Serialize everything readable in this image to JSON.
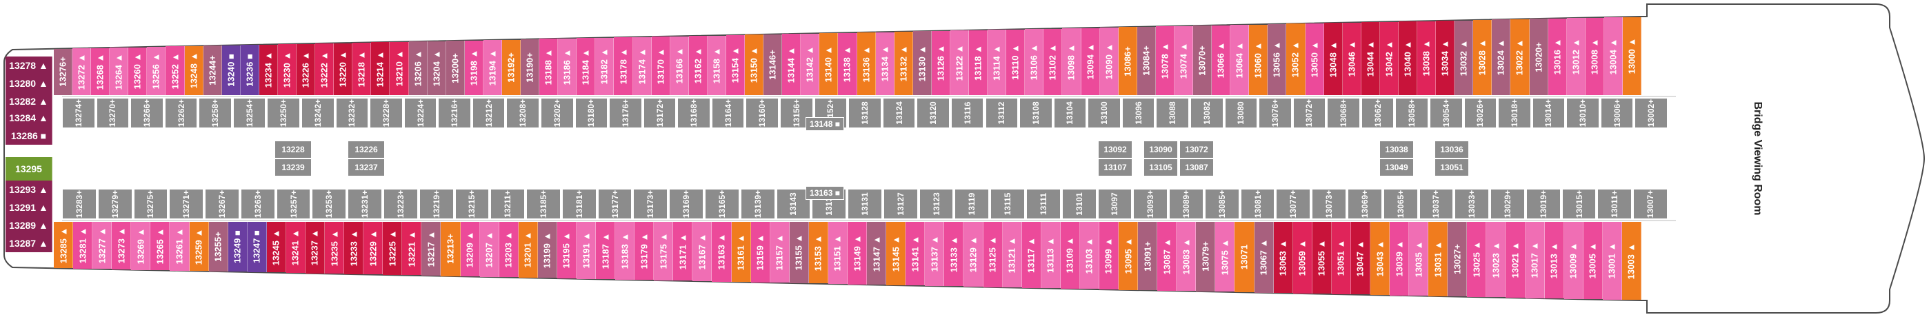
{
  "colors": {
    "deep_red": "#c8133a",
    "red": "#e0245a",
    "hot_pink": "#ec4a9a",
    "pink": "#f06eb4",
    "light_pink": "#f29ac6",
    "mauve": "#a8607e",
    "plum": "#8a2152",
    "orange": "#f07c1e",
    "purple": "#6a3ea1",
    "green": "#6f9a2e",
    "gray": "#8c8c8c",
    "hull_line": "#4a4a4a"
  },
  "bridge_label": "Bridge Viewing Room",
  "aft_cabins": [
    {
      "label": "13278 ▲",
      "color": "plum"
    },
    {
      "label": "13280 ▲",
      "color": "plum"
    },
    {
      "label": "13282 ▲",
      "color": "plum"
    },
    {
      "label": "13284 ▲",
      "color": "plum"
    },
    {
      "label": "13286 ■",
      "color": "plum"
    },
    {
      "label": "13295",
      "color": "green"
    },
    {
      "label": "13293 ▲",
      "color": "plum"
    },
    {
      "label": "13291 ▲",
      "color": "plum"
    },
    {
      "label": "13289 ▲",
      "color": "plum"
    },
    {
      "label": "13287 ▲",
      "color": "plum"
    }
  ],
  "top_cabins": [
    {
      "label": "13276+",
      "color": "mauve"
    },
    {
      "label": "13272 ▲",
      "color": "pink"
    },
    {
      "label": "13268 ▲",
      "color": "hot_pink"
    },
    {
      "label": "13264 ▲",
      "color": "pink"
    },
    {
      "label": "13260 ▲",
      "color": "hot_pink"
    },
    {
      "label": "13256 ▲",
      "color": "pink"
    },
    {
      "label": "13252 ▲",
      "color": "hot_pink"
    },
    {
      "label": "13248 ▲",
      "color": "orange"
    },
    {
      "label": "13244+",
      "color": "mauve"
    },
    {
      "label": "13240 ■",
      "color": "purple"
    },
    {
      "label": "13236 ■",
      "color": "purple"
    },
    {
      "label": "13234 ▲",
      "color": "deep_red"
    },
    {
      "label": "13230 ▲",
      "color": "red"
    },
    {
      "label": "13226 ▲",
      "color": "deep_red"
    },
    {
      "label": "13222 ▲",
      "color": "red"
    },
    {
      "label": "13220 ▲",
      "color": "deep_red"
    },
    {
      "label": "13218 ▲",
      "color": "red"
    },
    {
      "label": "13214 ▲",
      "color": "deep_red"
    },
    {
      "label": "13210 ▲",
      "color": "red"
    },
    {
      "label": "13206 ▲",
      "color": "mauve"
    },
    {
      "label": "13204 ▲",
      "color": "mauve"
    },
    {
      "label": "13200+",
      "color": "mauve"
    },
    {
      "label": "13198 ▲",
      "color": "hot_pink"
    },
    {
      "label": "13194 ▲",
      "color": "pink"
    },
    {
      "label": "13192+",
      "color": "orange"
    },
    {
      "label": "13190+",
      "color": "mauve"
    },
    {
      "label": "13188 ▲",
      "color": "hot_pink"
    },
    {
      "label": "13186 ▲",
      "color": "pink"
    },
    {
      "label": "13184 ▲",
      "color": "hot_pink"
    },
    {
      "label": "13182 ▲",
      "color": "pink"
    },
    {
      "label": "13178 ▲",
      "color": "hot_pink"
    },
    {
      "label": "13174 ▲",
      "color": "pink"
    },
    {
      "label": "13170 ▲",
      "color": "hot_pink"
    },
    {
      "label": "13166 ▲",
      "color": "pink"
    },
    {
      "label": "13162 ▲",
      "color": "hot_pink"
    },
    {
      "label": "13158 ▲",
      "color": "pink"
    },
    {
      "label": "13154 ▲",
      "color": "hot_pink"
    },
    {
      "label": "13150 ▲",
      "color": "orange"
    },
    {
      "label": "13146+",
      "color": "mauve"
    },
    {
      "label": "13144 ▲",
      "color": "hot_pink"
    },
    {
      "label": "13142 ▲",
      "color": "pink"
    },
    {
      "label": "13140 ▲",
      "color": "orange"
    },
    {
      "label": "13138 ▲",
      "color": "hot_pink"
    },
    {
      "label": "13136 ▲",
      "color": "orange"
    },
    {
      "label": "13134 ▲",
      "color": "pink"
    },
    {
      "label": "13132 ▲",
      "color": "orange"
    },
    {
      "label": "13130 ▲",
      "color": "mauve"
    },
    {
      "label": "13126 ▲",
      "color": "hot_pink"
    },
    {
      "label": "13122 ▲",
      "color": "pink"
    },
    {
      "label": "13118 ▲",
      "color": "hot_pink"
    },
    {
      "label": "13114 ▲",
      "color": "pink"
    },
    {
      "label": "13110 ▲",
      "color": "hot_pink"
    },
    {
      "label": "13106 ▲",
      "color": "pink"
    },
    {
      "label": "13102 ▲",
      "color": "hot_pink"
    },
    {
      "label": "13098 ▲",
      "color": "pink"
    },
    {
      "label": "13094 ▲",
      "color": "hot_pink"
    },
    {
      "label": "13090 ▲",
      "color": "pink"
    },
    {
      "label": "13086+",
      "color": "orange"
    },
    {
      "label": "13084+",
      "color": "mauve"
    },
    {
      "label": "13078 ▲",
      "color": "hot_pink"
    },
    {
      "label": "13074 ▲",
      "color": "pink"
    },
    {
      "label": "13070+",
      "color": "mauve"
    },
    {
      "label": "13066 ▲",
      "color": "hot_pink"
    },
    {
      "label": "13064 ▲",
      "color": "pink"
    },
    {
      "label": "13060 ▲",
      "color": "orange"
    },
    {
      "label": "13056 ▲",
      "color": "mauve"
    },
    {
      "label": "13052 ▲",
      "color": "orange"
    },
    {
      "label": "13050 ▲",
      "color": "hot_pink"
    },
    {
      "label": "13048 ▲",
      "color": "deep_red"
    },
    {
      "label": "13046 ▲",
      "color": "red"
    },
    {
      "label": "13044 ▲",
      "color": "deep_red"
    },
    {
      "label": "13042 ▲",
      "color": "red"
    },
    {
      "label": "13040 ▲",
      "color": "deep_red"
    },
    {
      "label": "13038 ▲",
      "color": "red"
    },
    {
      "label": "13034 ▲",
      "color": "deep_red"
    },
    {
      "label": "13032 ▲",
      "color": "mauve"
    },
    {
      "label": "13028 ▲",
      "color": "orange"
    },
    {
      "label": "13024 ▲",
      "color": "mauve"
    },
    {
      "label": "13022 ▲",
      "color": "orange"
    },
    {
      "label": "13020+",
      "color": "mauve"
    },
    {
      "label": "13016 ▲",
      "color": "hot_pink"
    },
    {
      "label": "13012 ▲",
      "color": "pink"
    },
    {
      "label": "13008 ▲",
      "color": "hot_pink"
    },
    {
      "label": "13004 ▲",
      "color": "pink"
    },
    {
      "label": "13000 ▲",
      "color": "orange"
    }
  ],
  "bottom_cabins": [
    {
      "label": "13285 ▲",
      "color": "orange"
    },
    {
      "label": "13281 ▲",
      "color": "hot_pink"
    },
    {
      "label": "13277 ▲",
      "color": "pink"
    },
    {
      "label": "13273 ▲",
      "color": "hot_pink"
    },
    {
      "label": "13269 ▲",
      "color": "pink"
    },
    {
      "label": "13265 ▲",
      "color": "hot_pink"
    },
    {
      "label": "13261 ▲",
      "color": "pink"
    },
    {
      "label": "13259 ▲",
      "color": "orange"
    },
    {
      "label": "13255+",
      "color": "mauve"
    },
    {
      "label": "13249 ■",
      "color": "purple"
    },
    {
      "label": "13247 ■",
      "color": "purple"
    },
    {
      "label": "13245 ▲",
      "color": "deep_red"
    },
    {
      "label": "13241 ▲",
      "color": "red"
    },
    {
      "label": "13237 ▲",
      "color": "deep_red"
    },
    {
      "label": "13235 ▲",
      "color": "red"
    },
    {
      "label": "13233 ▲",
      "color": "deep_red"
    },
    {
      "label": "13229 ▲",
      "color": "red"
    },
    {
      "label": "13225 ▲",
      "color": "deep_red"
    },
    {
      "label": "13221 ▲",
      "color": "red"
    },
    {
      "label": "13217 ▲",
      "color": "mauve"
    },
    {
      "label": "13213+",
      "color": "orange"
    },
    {
      "label": "13209 ▲",
      "color": "hot_pink"
    },
    {
      "label": "13207 ▲",
      "color": "pink"
    },
    {
      "label": "13203 ▲",
      "color": "hot_pink"
    },
    {
      "label": "13201 ▲",
      "color": "orange"
    },
    {
      "label": "13199 ▲",
      "color": "mauve"
    },
    {
      "label": "13195 ▲",
      "color": "hot_pink"
    },
    {
      "label": "13191 ▲",
      "color": "pink"
    },
    {
      "label": "13187 ▲",
      "color": "hot_pink"
    },
    {
      "label": "13183 ▲",
      "color": "pink"
    },
    {
      "label": "13179 ▲",
      "color": "hot_pink"
    },
    {
      "label": "13175 ▲",
      "color": "pink"
    },
    {
      "label": "13171 ▲",
      "color": "hot_pink"
    },
    {
      "label": "13167 ▲",
      "color": "pink"
    },
    {
      "label": "13163 ▲",
      "color": "hot_pink"
    },
    {
      "label": "13161 ▲",
      "color": "orange"
    },
    {
      "label": "13159 ▲",
      "color": "hot_pink"
    },
    {
      "label": "13157 ▲",
      "color": "pink"
    },
    {
      "label": "13155 ▲",
      "color": "mauve"
    },
    {
      "label": "13153 ▲",
      "color": "orange"
    },
    {
      "label": "13151 ▲",
      "color": "pink"
    },
    {
      "label": "13149 ▲",
      "color": "hot_pink"
    },
    {
      "label": "13147 ▲",
      "color": "mauve"
    },
    {
      "label": "13145 ▲",
      "color": "orange"
    },
    {
      "label": "13141 ▲",
      "color": "hot_pink"
    },
    {
      "label": "13137 ▲",
      "color": "pink"
    },
    {
      "label": "13133 ▲",
      "color": "hot_pink"
    },
    {
      "label": "13129 ▲",
      "color": "pink"
    },
    {
      "label": "13125 ▲",
      "color": "hot_pink"
    },
    {
      "label": "13121 ▲",
      "color": "pink"
    },
    {
      "label": "13117 ▲",
      "color": "hot_pink"
    },
    {
      "label": "13113 ▲",
      "color": "pink"
    },
    {
      "label": "13109 ▲",
      "color": "hot_pink"
    },
    {
      "label": "13103 ▲",
      "color": "pink"
    },
    {
      "label": "13099 ▲",
      "color": "hot_pink"
    },
    {
      "label": "13095 ▲",
      "color": "orange"
    },
    {
      "label": "13091+",
      "color": "mauve"
    },
    {
      "label": "13087 ▲",
      "color": "hot_pink"
    },
    {
      "label": "13083 ▲",
      "color": "pink"
    },
    {
      "label": "13079+",
      "color": "mauve"
    },
    {
      "label": "13075 ▲",
      "color": "pink"
    },
    {
      "label": "13071",
      "color": "orange"
    },
    {
      "label": "13067 ▲",
      "color": "mauve"
    },
    {
      "label": "13063 ▲",
      "color": "deep_red"
    },
    {
      "label": "13059 ▲",
      "color": "red"
    },
    {
      "label": "13055 ▲",
      "color": "deep_red"
    },
    {
      "label": "13051 ▲",
      "color": "red"
    },
    {
      "label": "13047 ▲",
      "color": "deep_red"
    },
    {
      "label": "13043 ▲",
      "color": "orange"
    },
    {
      "label": "13039 ▲",
      "color": "hot_pink"
    },
    {
      "label": "13035 ▲",
      "color": "pink"
    },
    {
      "label": "13031 ▲",
      "color": "orange"
    },
    {
      "label": "13027+",
      "color": "mauve"
    },
    {
      "label": "13025 ▲",
      "color": "hot_pink"
    },
    {
      "label": "13023 ▲",
      "color": "pink"
    },
    {
      "label": "13021 ▲",
      "color": "hot_pink"
    },
    {
      "label": "13017 ▲",
      "color": "pink"
    },
    {
      "label": "13013 ▲",
      "color": "hot_pink"
    },
    {
      "label": "13009 ▲",
      "color": "pink"
    },
    {
      "label": "13005 ▲",
      "color": "hot_pink"
    },
    {
      "label": "13001 ▲",
      "color": "pink"
    },
    {
      "label": "13003 ▲",
      "color": "orange"
    }
  ],
  "inner_top": [
    {
      "label": "13274+"
    },
    {
      "label": "13270+"
    },
    {
      "label": "13266+"
    },
    {
      "label": "13262+"
    },
    {
      "label": "13258+"
    },
    {
      "label": "13254+"
    },
    {
      "label": "13250+"
    },
    {
      "label": "13242+"
    },
    {
      "label": "13232+"
    },
    {
      "label": "13228+"
    },
    {
      "label": "13224+"
    },
    {
      "label": "13216+"
    },
    {
      "label": "13212+"
    },
    {
      "label": "13208+"
    },
    {
      "label": "13202+"
    },
    {
      "label": "13180+"
    },
    {
      "label": "13176+"
    },
    {
      "label": "13172+"
    },
    {
      "label": "13168+"
    },
    {
      "label": "13164+"
    },
    {
      "label": "13160+"
    },
    {
      "label": "13156+"
    },
    {
      "label": "13152+"
    },
    {
      "label": "13128"
    },
    {
      "label": "13124"
    },
    {
      "label": "13120"
    },
    {
      "label": "13116"
    },
    {
      "label": "13112"
    },
    {
      "label": "13108"
    },
    {
      "label": "13104"
    },
    {
      "label": "13100"
    },
    {
      "label": "13096"
    },
    {
      "label": "13088"
    },
    {
      "label": "13082"
    },
    {
      "label": "13080"
    },
    {
      "label": "13076+"
    },
    {
      "label": "13072+"
    },
    {
      "label": "13068+"
    },
    {
      "label": "13062+"
    },
    {
      "label": "13058+"
    },
    {
      "label": "13054+"
    },
    {
      "label": "13026+"
    },
    {
      "label": "13018+"
    },
    {
      "label": "13014+"
    },
    {
      "label": "13010+"
    },
    {
      "label": "13006+"
    },
    {
      "label": "13002+"
    }
  ],
  "inner_bottom": [
    {
      "label": "13283+"
    },
    {
      "label": "13279+"
    },
    {
      "label": "13275+"
    },
    {
      "label": "13271+"
    },
    {
      "label": "13267+"
    },
    {
      "label": "13263+"
    },
    {
      "label": "13257+"
    },
    {
      "label": "13253+"
    },
    {
      "label": "13231+"
    },
    {
      "label": "13223+"
    },
    {
      "label": "13219+"
    },
    {
      "label": "13215+"
    },
    {
      "label": "13211+"
    },
    {
      "label": "13185+"
    },
    {
      "label": "13181+"
    },
    {
      "label": "13177+"
    },
    {
      "label": "13173+"
    },
    {
      "label": "13169+"
    },
    {
      "label": "13165+"
    },
    {
      "label": "13139+"
    },
    {
      "label": "13143"
    },
    {
      "label": "13135"
    },
    {
      "label": "13131"
    },
    {
      "label": "13127"
    },
    {
      "label": "13123"
    },
    {
      "label": "13119"
    },
    {
      "label": "13115"
    },
    {
      "label": "13111"
    },
    {
      "label": "13101"
    },
    {
      "label": "13097"
    },
    {
      "label": "13093+"
    },
    {
      "label": "13089+"
    },
    {
      "label": "13085+"
    },
    {
      "label": "13081+"
    },
    {
      "label": "13077+"
    },
    {
      "label": "13073+"
    },
    {
      "label": "13069+"
    },
    {
      "label": "13065+"
    },
    {
      "label": "13037+"
    },
    {
      "label": "13033+"
    },
    {
      "label": "13029+"
    },
    {
      "label": "13019+"
    },
    {
      "label": "13015+"
    },
    {
      "label": "13011+"
    },
    {
      "label": "13007+"
    }
  ],
  "middle_blocks": [
    {
      "label": "13228"
    },
    {
      "label": "13239"
    },
    {
      "label": "13226"
    },
    {
      "label": "13237"
    },
    {
      "label": "13148 ■"
    },
    {
      "label": "13163 ■"
    },
    {
      "label": "13092"
    },
    {
      "label": "13107"
    },
    {
      "label": "13090"
    },
    {
      "label": "13105"
    },
    {
      "label": "13072"
    },
    {
      "label": "13087"
    },
    {
      "label": "13038"
    },
    {
      "label": "13049"
    },
    {
      "label": "13036"
    },
    {
      "label": "13051"
    }
  ]
}
